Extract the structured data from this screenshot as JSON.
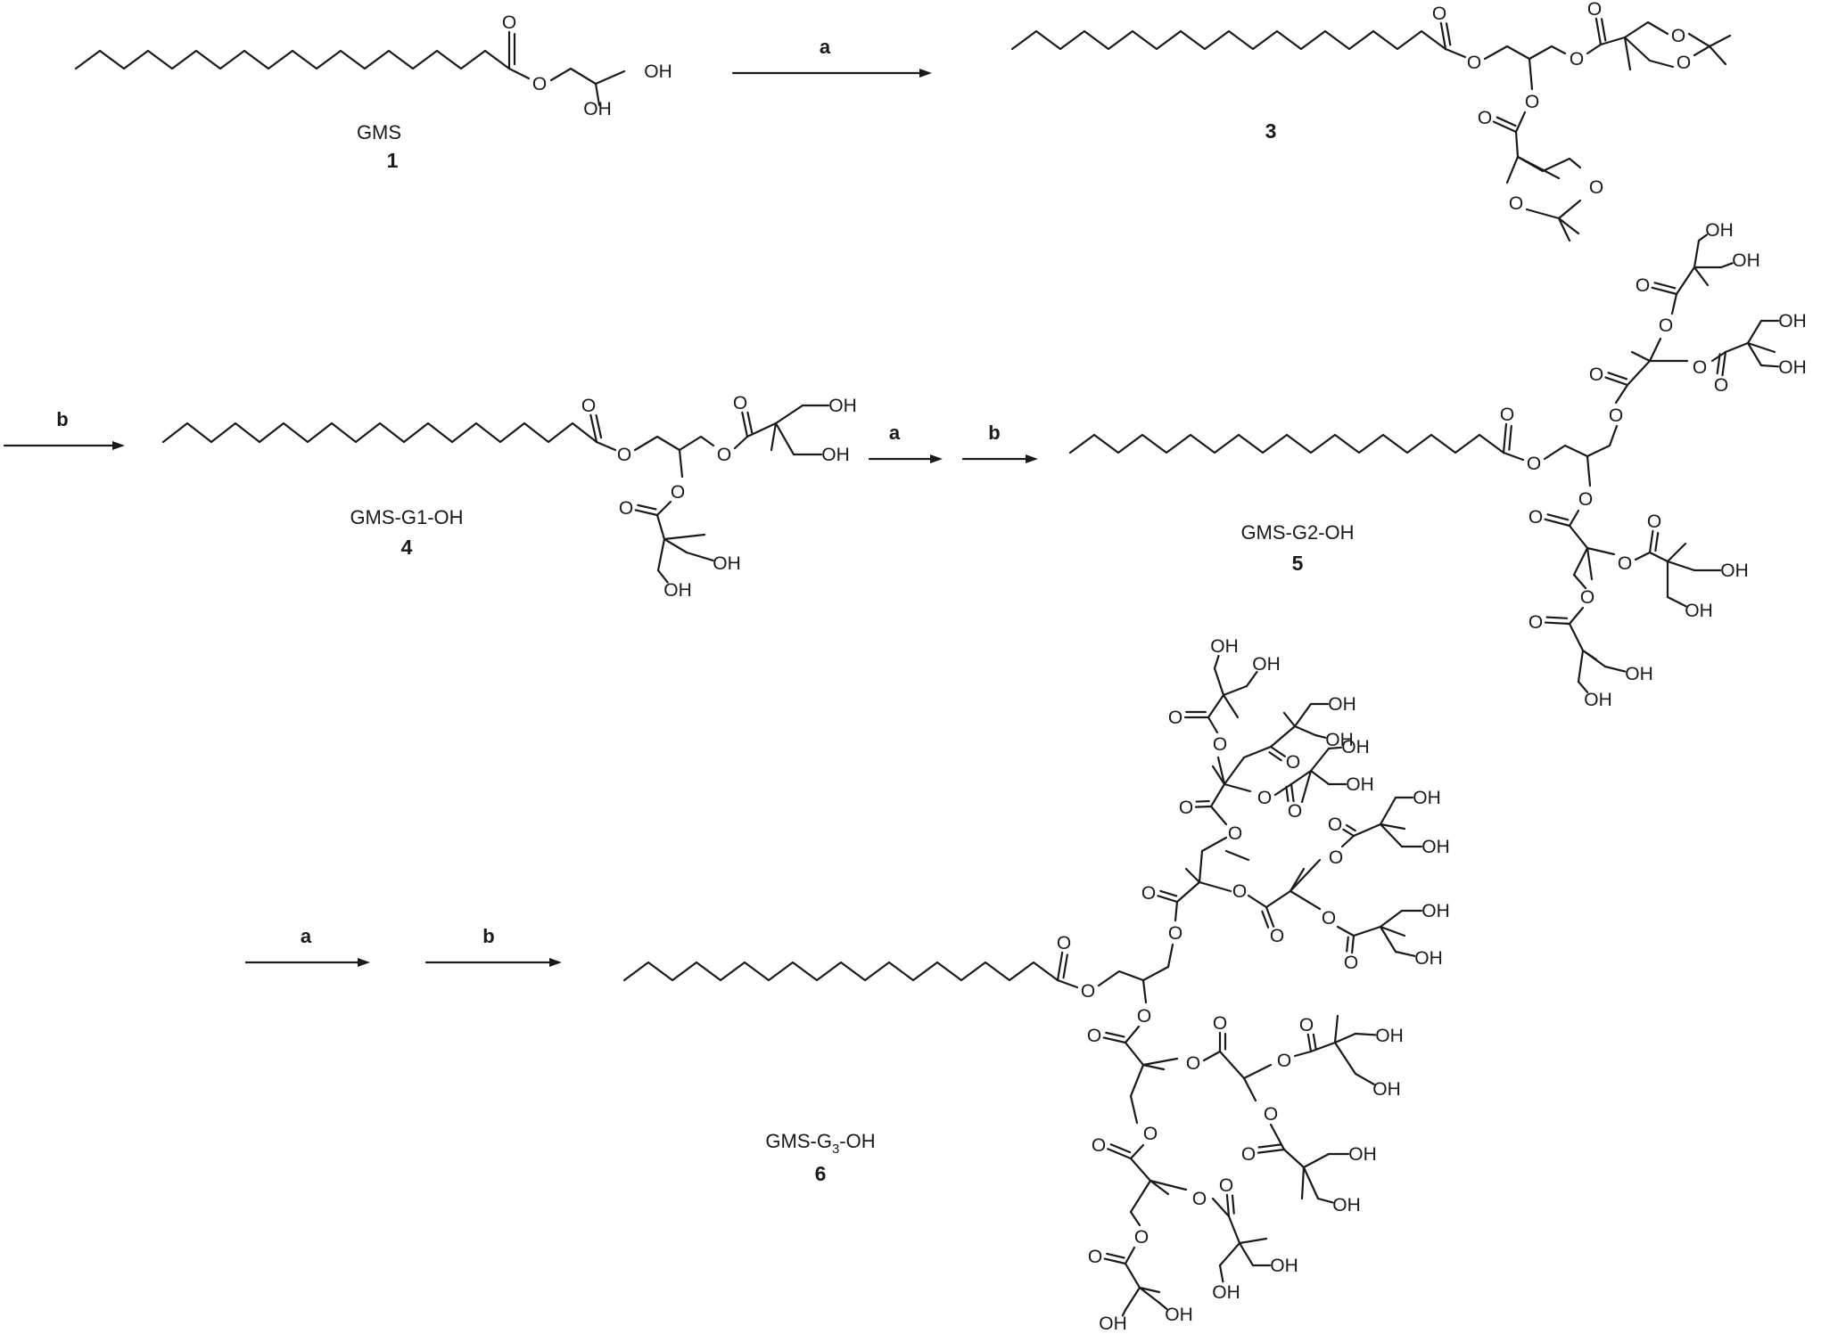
{
  "compounds": {
    "c1": {
      "name": "GMS",
      "number": "1"
    },
    "c3": {
      "number": "3"
    },
    "c4": {
      "name": "GMS-G1-OH",
      "number": "4"
    },
    "c5": {
      "name": "GMS-G2-OH",
      "number": "5"
    },
    "c6": {
      "name_prefix": "GMS-G",
      "name_sub": "3",
      "name_suffix": "-OH",
      "number": "6"
    }
  },
  "reagents": {
    "a": "a",
    "b": "b"
  },
  "atoms": {
    "O": "O",
    "OH": "OH"
  }
}
